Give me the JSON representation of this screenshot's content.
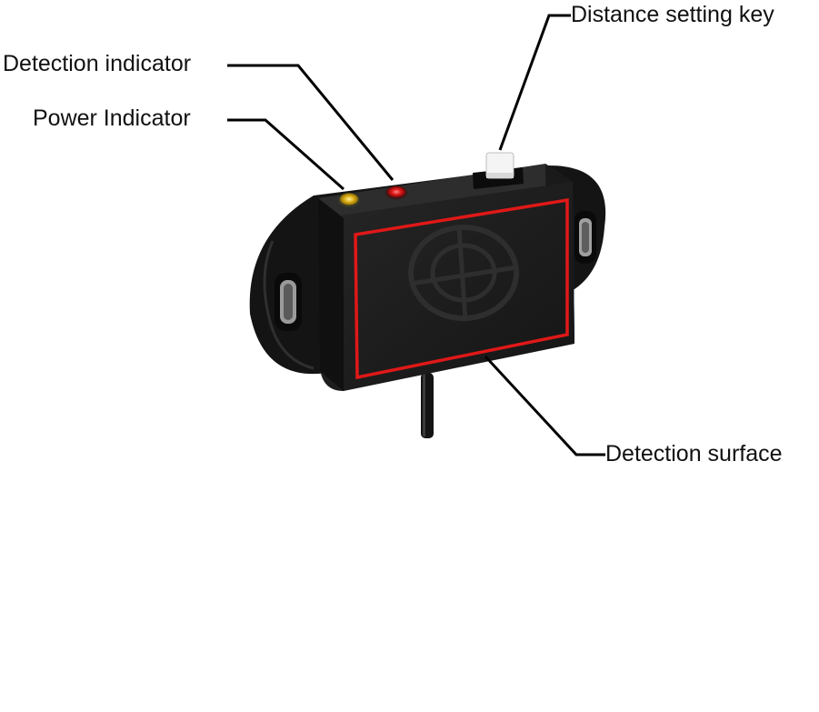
{
  "labels": {
    "distance_setting_key": "Distance setting key",
    "detection_indicator": "Detection indicator",
    "power_indicator": "Power Indicator",
    "detection_surface": "Detection surface"
  },
  "colors": {
    "sensor_body": "#1c1c1c",
    "detection_surface_outline": "#e01818",
    "power_led": "#e0b21a",
    "detection_led": "#e01a1a",
    "leader_line": "#000000"
  }
}
